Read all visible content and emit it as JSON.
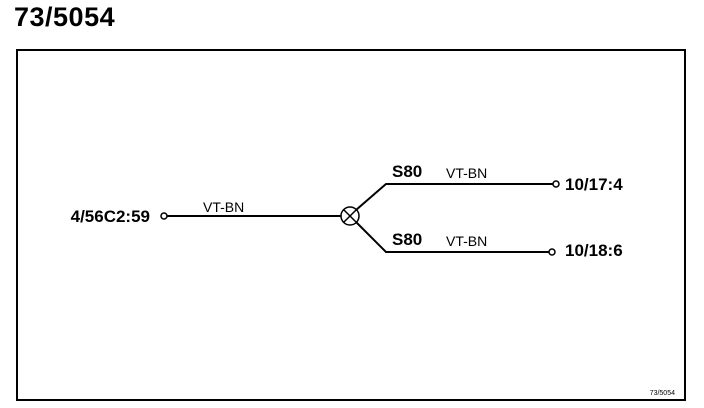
{
  "title": "73/5054",
  "diagram": {
    "source_connector": "4/56C2:59",
    "source_wire_color": "VT-BN",
    "branches": [
      {
        "splice": "S80",
        "wire_color": "VT-BN",
        "target": "10/17:4"
      },
      {
        "splice": "S80",
        "wire_color": "VT-BN",
        "target": "10/18:6"
      }
    ],
    "footer_ref": "73/5054"
  }
}
